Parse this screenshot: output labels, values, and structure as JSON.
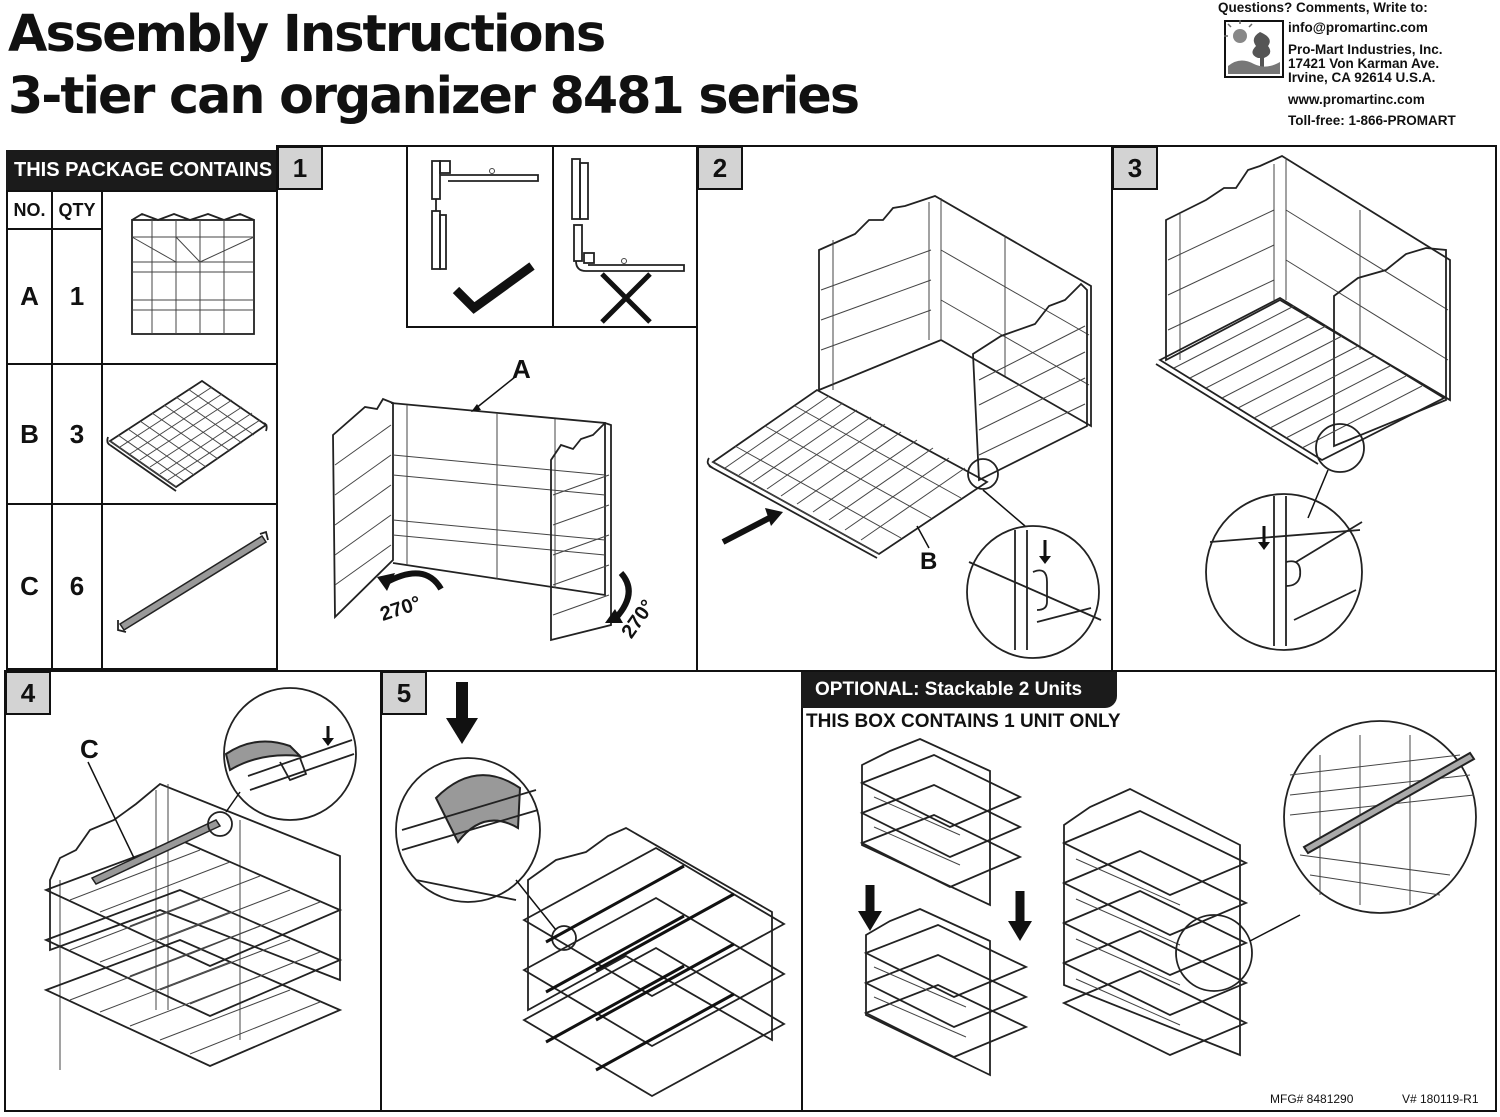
{
  "header": {
    "title_line1": "Assembly Instructions",
    "title_line2": "3-tier can organizer 8481 series"
  },
  "contact": {
    "questions": "Questions? Comments, Write to:",
    "email": "info@promartinc.com",
    "company": "Pro-Mart Industries, Inc.",
    "address1": "17421 Von Karman Ave.",
    "address2": "Irvine, CA 92614 U.S.A.",
    "website": "www.promartinc.com",
    "tollfree": "Toll-free: 1-866-PROMART"
  },
  "package": {
    "header": "THIS PACKAGE CONTAINS",
    "col_no": "NO.",
    "col_qty": "QTY",
    "rows": [
      {
        "no": "A",
        "qty": "1"
      },
      {
        "no": "B",
        "qty": "3"
      },
      {
        "no": "C",
        "qty": "6"
      }
    ]
  },
  "steps": {
    "s1": "1",
    "s2": "2",
    "s3": "3",
    "s4": "4",
    "s5": "5"
  },
  "callouts": {
    "a": "A",
    "b": "B",
    "c": "C",
    "rot_left": "270°",
    "rot_right": "270°"
  },
  "optional": {
    "banner": "OPTIONAL: Stackable 2 Units",
    "note": "THIS BOX CONTAINS 1 UNIT ONLY"
  },
  "footer": {
    "mfg": "MFG# 8481290",
    "version": "V# 180119-R1"
  },
  "icons": {
    "check": "check-icon",
    "cross": "cross-icon",
    "logo": "promart-logo",
    "arrow": "push-arrow-icon"
  }
}
